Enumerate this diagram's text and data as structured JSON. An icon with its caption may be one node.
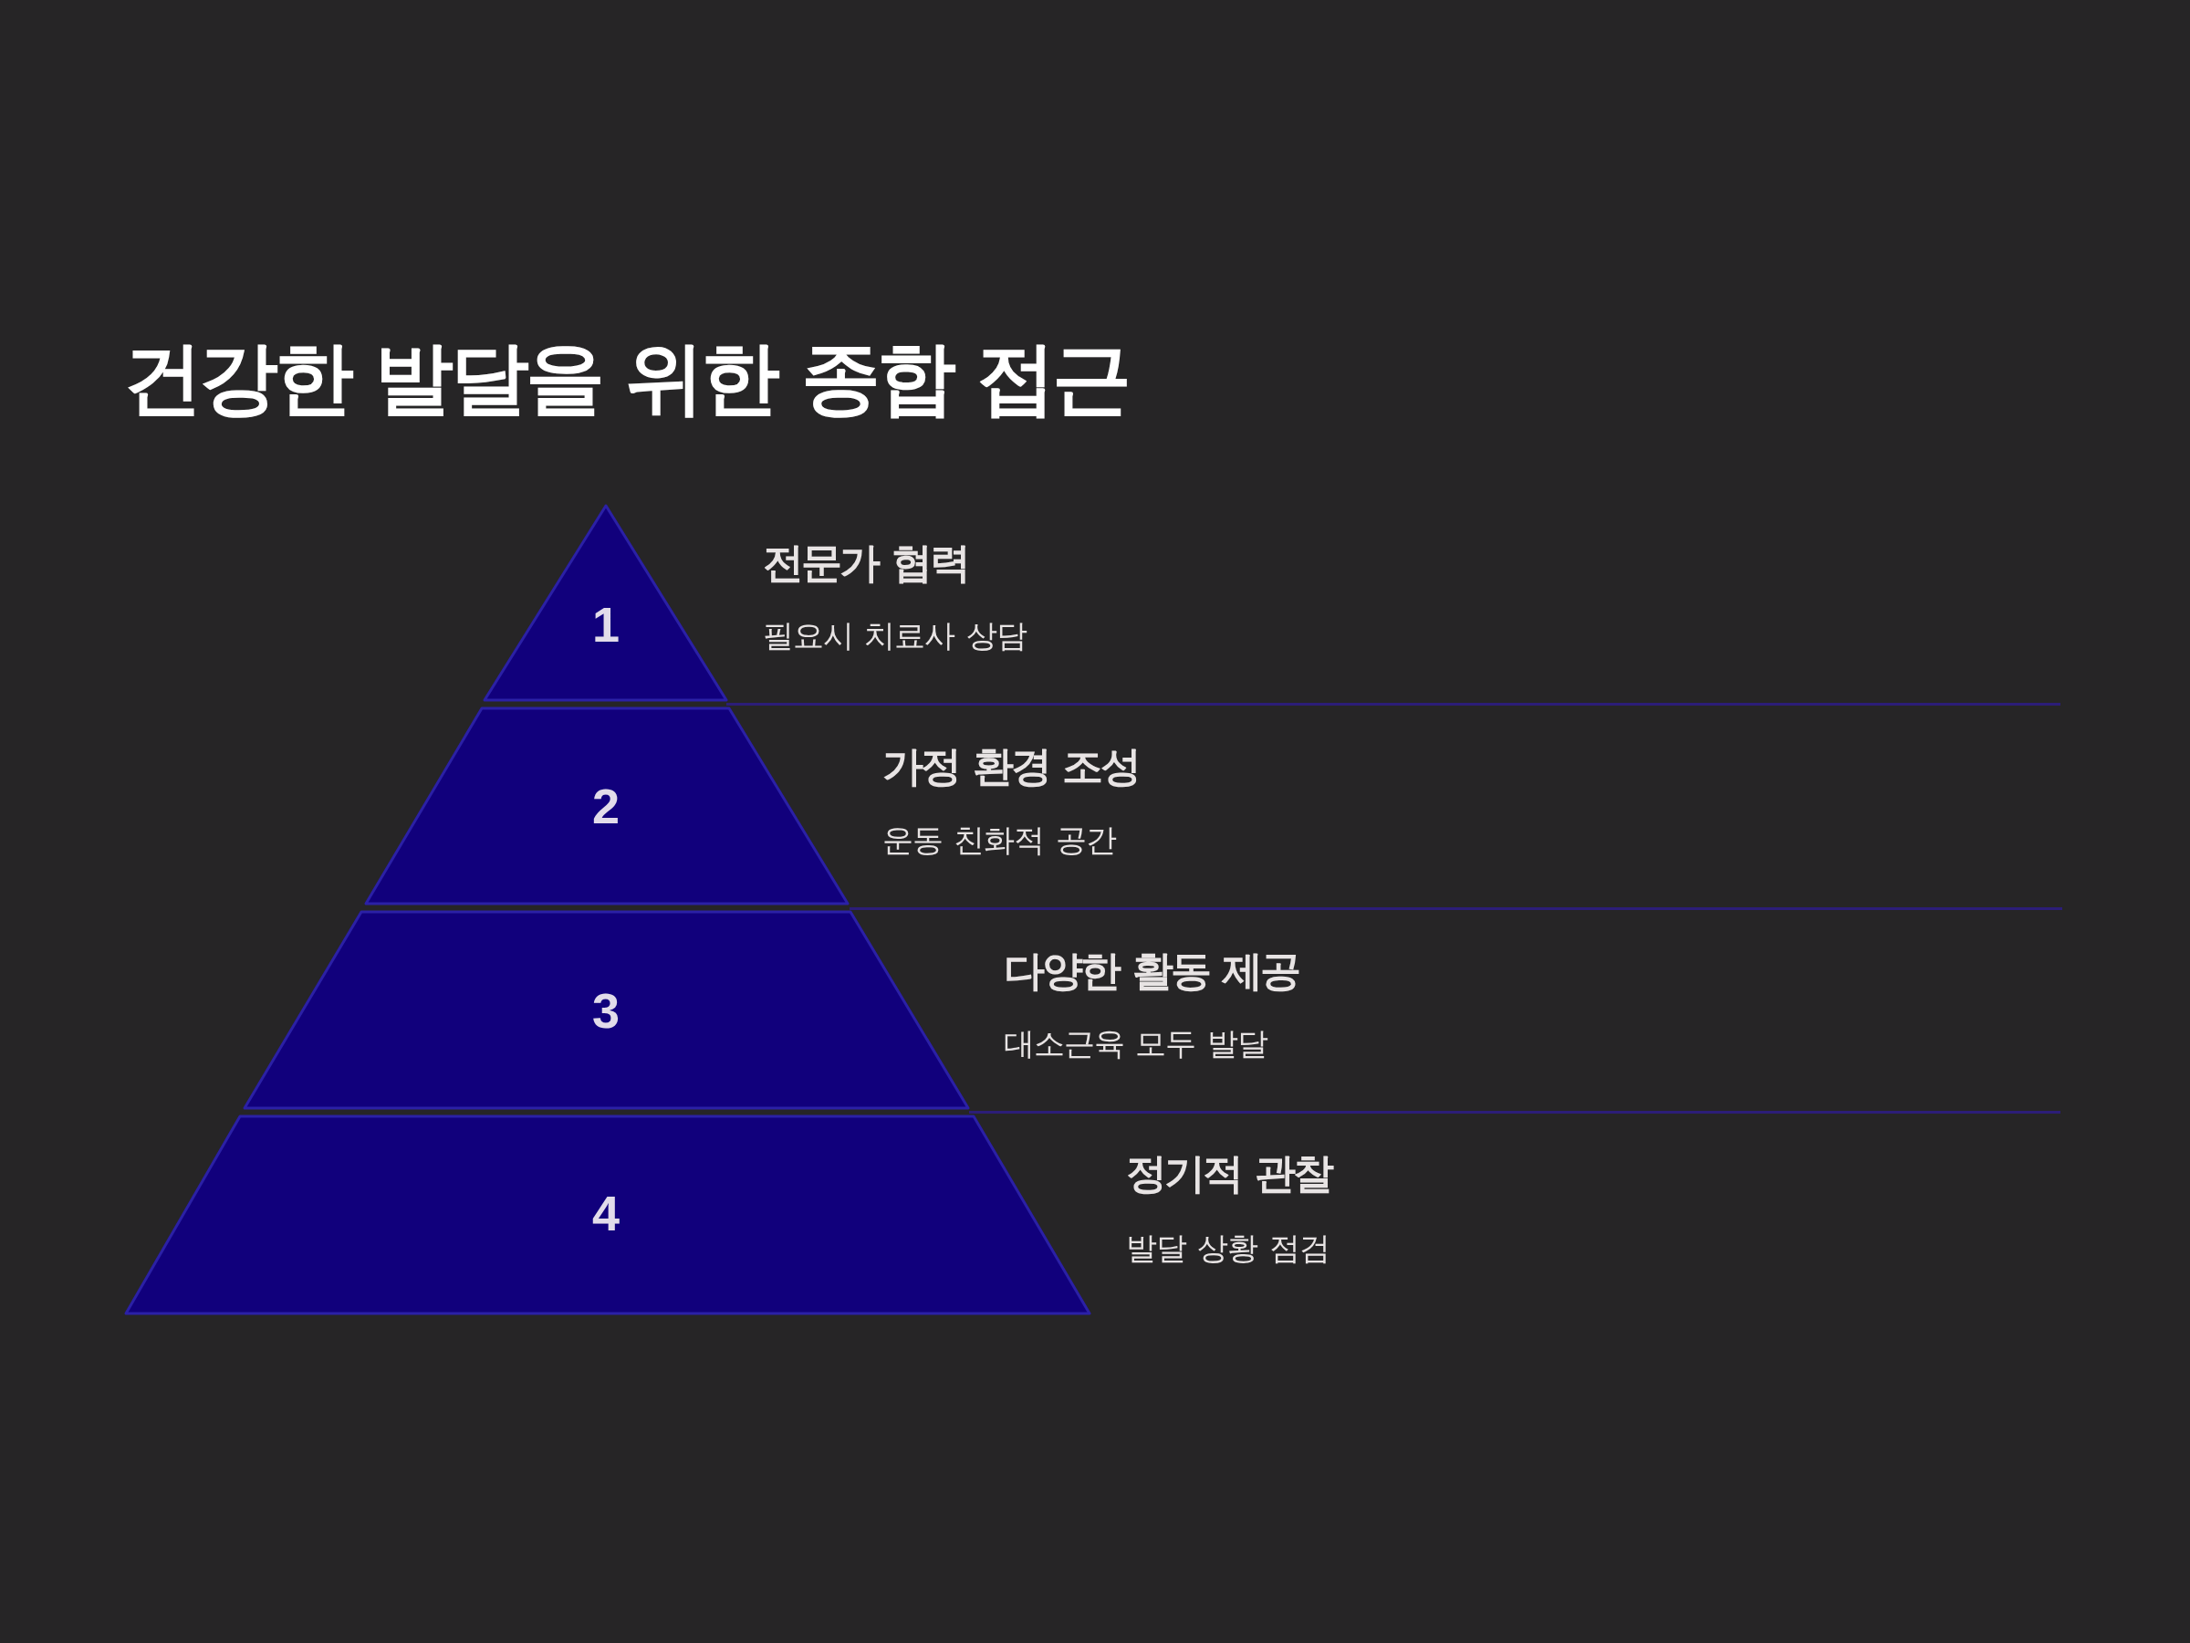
{
  "diagram": {
    "title": "건강한 발달을 위한 종합 접근",
    "nodes": [
      {
        "text": [
          "1"
        ],
        "beside": [
          "전문가 협력",
          "필요시 치료사 상담"
        ]
      },
      {
        "text": [
          "2"
        ],
        "beside": [
          "가정 환경 조성",
          "운동 친화적 공간"
        ]
      },
      {
        "text": [
          "3"
        ],
        "beside": [
          "다양한 활동 제공",
          "대소근육 모두 발달"
        ]
      },
      {
        "text": [
          "4"
        ],
        "beside": [
          "정기적 관찰",
          "발달 상황 점검"
        ]
      }
    ]
  }
}
